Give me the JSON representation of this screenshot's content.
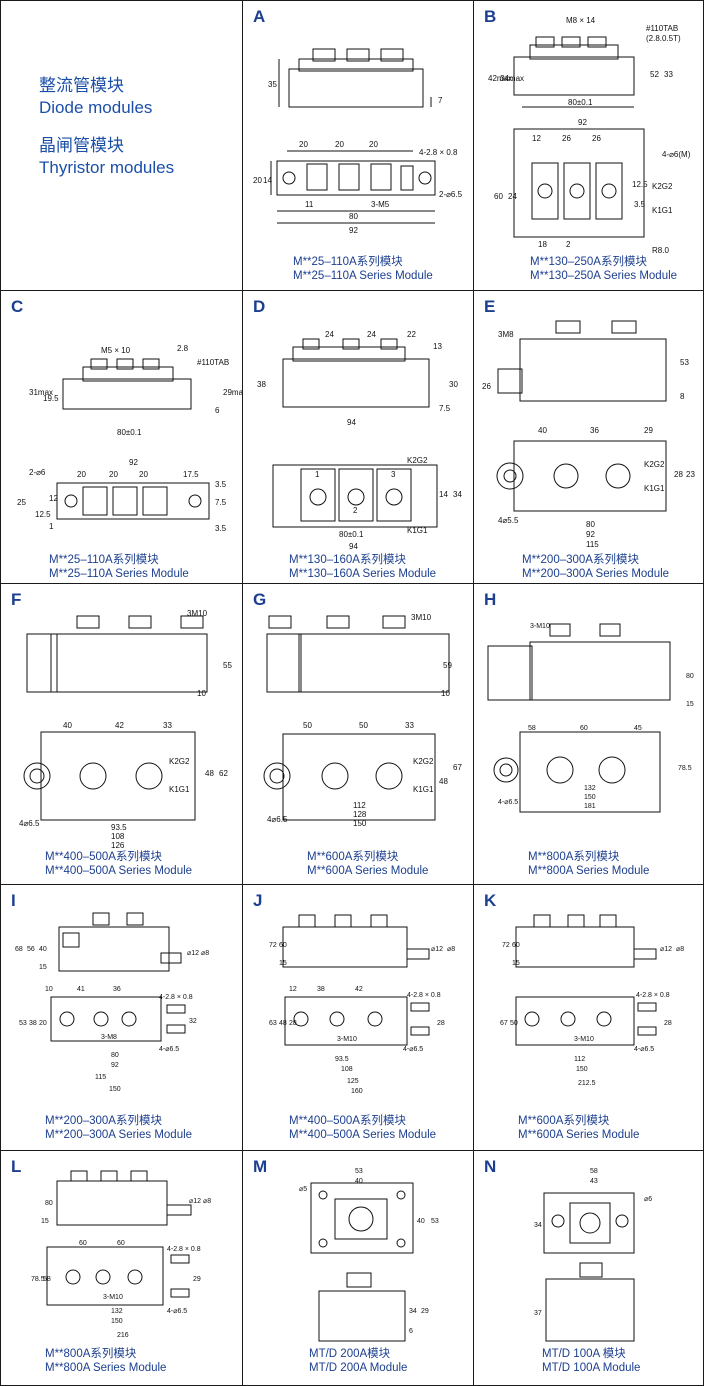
{
  "legend": {
    "diode_cn": "整流管模块",
    "diode_en": "Diode modules",
    "thyristor_cn": "晶闸管模块",
    "thyristor_en": "Thyristor modules"
  },
  "panels": {
    "A": {
      "letter": "A",
      "cn": "M**25–110A系列模块",
      "en": "M**25–110A Series Module",
      "dims": [
        "35",
        "7",
        "20",
        "20",
        "20",
        "14",
        "20",
        "11",
        "80",
        "92",
        "3-M5",
        "4-2.8 × 0.8",
        "2-⌀6.5"
      ]
    },
    "B": {
      "letter": "B",
      "cn": "M**130–250A系列模块",
      "en": "M**130–250A Series Module",
      "dims": [
        "M8 × 14",
        "#110TAB",
        "(2.8.0.5T)",
        "42max",
        "34max",
        "52",
        "33",
        "80±0.1",
        "92",
        "12",
        "26",
        "26",
        "4-⌀6(M)",
        "60",
        "24",
        "K2G2",
        "K1G1",
        "3.5",
        "12.5",
        "18",
        "2",
        "R8.0"
      ]
    },
    "C": {
      "letter": "C",
      "cn": "M**25–110A系列模块",
      "en": "M**25–110A Series Module",
      "dims": [
        "M5 × 10",
        "2.8",
        "#110TAB",
        "31max",
        "19.5",
        "29max",
        "6",
        "80±0.1",
        "92",
        "2-⌀6",
        "20",
        "20",
        "20",
        "17.5",
        "25",
        "12",
        "12.5",
        "1",
        "3.5",
        "7.5",
        "3.5"
      ]
    },
    "D": {
      "letter": "D",
      "cn": "M**130–160A系列模块",
      "en": "M**130–160A Series Module",
      "dims": [
        "24",
        "24",
        "22",
        "13",
        "38",
        "30",
        "7.5",
        "94",
        "K2G2",
        "K1G1",
        "1",
        "2",
        "3",
        "14",
        "34",
        "80±0.1",
        "94"
      ]
    },
    "E": {
      "letter": "E",
      "cn": "M**200–300A系列模块",
      "en": "M**200–300A Series Module",
      "dims": [
        "3M8",
        "53",
        "26",
        "8",
        "40",
        "36",
        "29",
        "K2G2",
        "K1G1",
        "28",
        "23",
        "4⌀5.5",
        "80",
        "92",
        "115"
      ]
    },
    "F": {
      "letter": "F",
      "cn": "M**400–500A系列模块",
      "en": "M**400–500A Series Module",
      "dims": [
        "3M10",
        "55",
        "10",
        "40",
        "42",
        "33",
        "K2G2",
        "K1G1",
        "48",
        "62",
        "4⌀6.5",
        "93.5",
        "108",
        "126"
      ]
    },
    "G": {
      "letter": "G",
      "cn": "M**600A系列模块",
      "en": "M**600A Series Module",
      "dims": [
        "3M10",
        "59",
        "10",
        "50",
        "50",
        "33",
        "K2G2",
        "K1G1",
        "48",
        "67",
        "4⌀6.5",
        "112",
        "128",
        "150"
      ]
    },
    "H": {
      "letter": "H",
      "cn": "M**800A系列模块",
      "en": "M**800A Series Module",
      "dims": [
        "3-M10",
        "80",
        "15",
        "58",
        "60",
        "45",
        "78.5",
        "4-⌀6.5",
        "132",
        "150",
        "181"
      ]
    },
    "I": {
      "letter": "I",
      "cn": "M**200–300A系列模块",
      "en": "M**200–300A Series Module",
      "dims": [
        "68",
        "56",
        "40",
        "15",
        "⌀12",
        "⌀8",
        "10",
        "41",
        "36",
        "4-2.8 × 0.8",
        "53",
        "38",
        "20",
        "3-M8",
        "32",
        "80",
        "92",
        "4-⌀6.5",
        "115",
        "150"
      ]
    },
    "J": {
      "letter": "J",
      "cn": "M**400–500A系列模块",
      "en": "M**400–500A Series Module",
      "dims": [
        "72",
        "60",
        "15",
        "⌀12",
        "⌀8",
        "12",
        "38",
        "42",
        "4-2.8 × 0.8",
        "63",
        "48",
        "28",
        "3-M10",
        "28",
        "93.5",
        "108",
        "4-⌀6.5",
        "125",
        "160"
      ]
    },
    "K": {
      "letter": "K",
      "cn": "M**600A系列模块",
      "en": "M**600A Series Module",
      "dims": [
        "72",
        "60",
        "15",
        "⌀12",
        "⌀8",
        "4-2.8 × 0.8",
        "67",
        "50",
        "28",
        "3-M10",
        "112",
        "4-⌀6.5",
        "150",
        "212.5"
      ]
    },
    "L": {
      "letter": "L",
      "cn": "M**800A系列模块",
      "en": "M**800A Series Module",
      "dims": [
        "80",
        "15",
        "⌀12",
        "⌀8",
        "60",
        "60",
        "4-2.8 × 0.8",
        "78.5",
        "58",
        "3-M10",
        "29",
        "132",
        "4-⌀6.5",
        "150",
        "216"
      ]
    },
    "M": {
      "letter": "M",
      "cn": "MT/D 200A模块",
      "en": "MT/D 200A  Module",
      "dims": [
        "53",
        "40",
        "⌀5",
        "53",
        "40",
        "34",
        "29",
        "6"
      ]
    },
    "N": {
      "letter": "N",
      "cn": "MT/D 100A 模块",
      "en": "MT/D 100A  Module",
      "dims": [
        "58",
        "43",
        "⌀6",
        "34",
        "37"
      ]
    }
  },
  "colors": {
    "caption": "#1c3f8f",
    "legend": "#1c4fa8",
    "line": "#111111",
    "border": "#1a1a1a"
  }
}
